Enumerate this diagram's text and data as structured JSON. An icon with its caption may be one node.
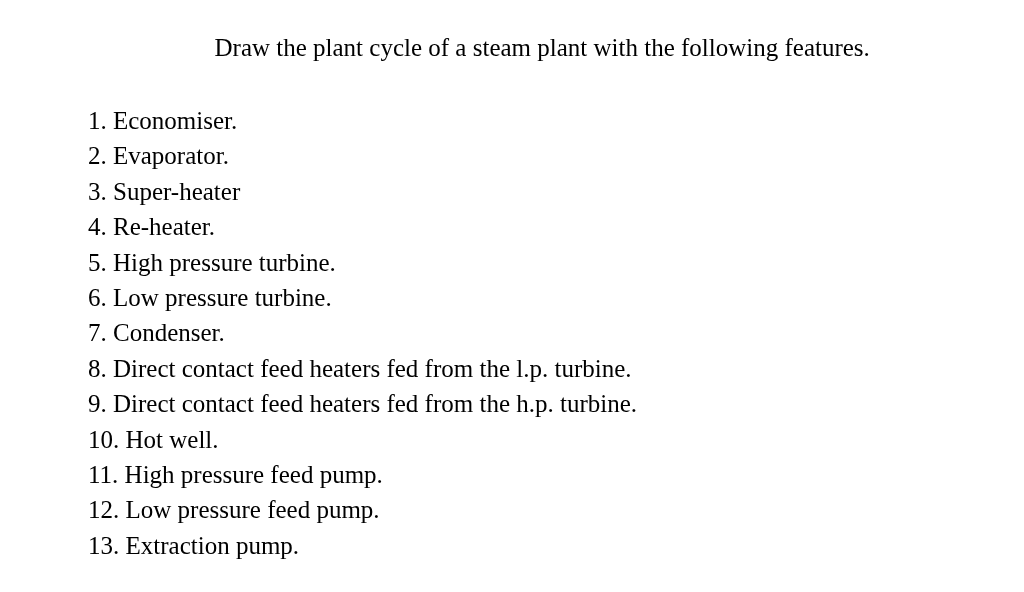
{
  "diagram": {
    "title": "Draw the plant cycle of a steam plant with the following features.",
    "labels": [
      "1. Economiser.",
      "2. Evaporator.",
      "3. Super-heater",
      "4. Re-heater.",
      "5. High pressure turbine.",
      "6. Low pressure turbine.",
      "7. Condenser.",
      "8. Direct contact feed heaters fed from the l.p. turbine.",
      "9. Direct contact feed heaters fed from the h.p. turbine.",
      "10. Hot well.",
      "11. High pressure feed pump.",
      "12. Low pressure feed pump.",
      "13. Extraction pump."
    ]
  }
}
